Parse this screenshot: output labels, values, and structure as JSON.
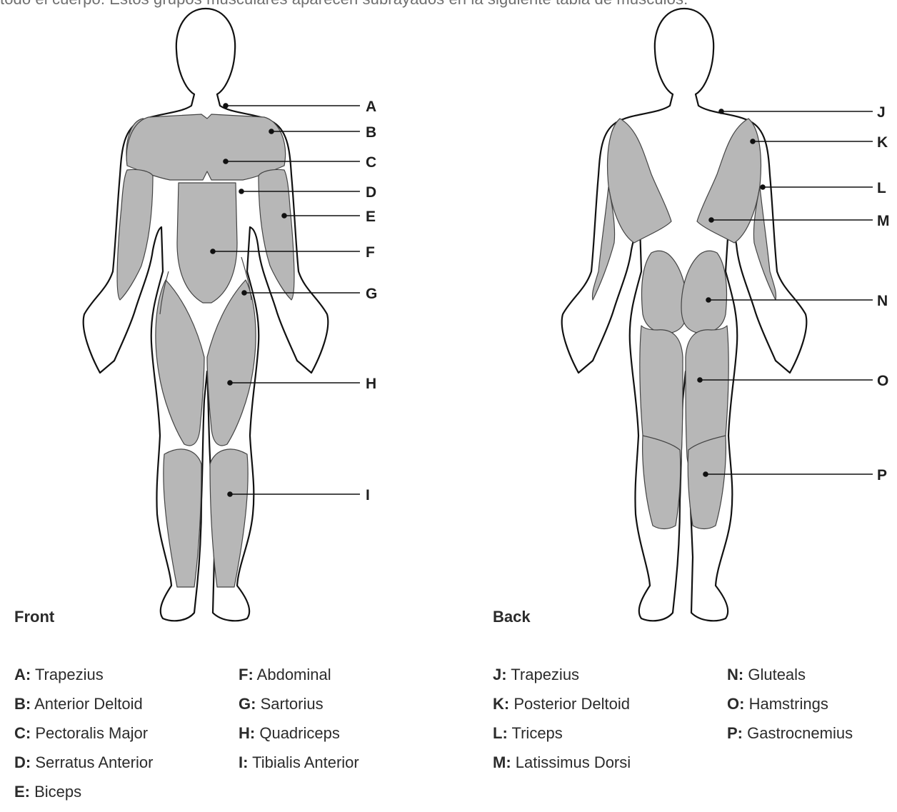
{
  "header_text": "todo el cuerpo. Estos grupos musculares aparecen subrayados en la siguiente tabla de músculos:",
  "colors": {
    "muscle": "#b7b7b7",
    "outline": "#111111",
    "text": "#2b2b2b"
  },
  "views": {
    "front": {
      "title": "Front",
      "callouts": [
        "A",
        "B",
        "C",
        "D",
        "E",
        "F",
        "G",
        "H",
        "I"
      ]
    },
    "back": {
      "title": "Back",
      "callouts": [
        "J",
        "K",
        "L",
        "M",
        "N",
        "O",
        "P"
      ]
    }
  },
  "legend": {
    "col1": [
      {
        "key": "A:",
        "name": "Trapezius"
      },
      {
        "key": "B:",
        "name": "Anterior Deltoid"
      },
      {
        "key": "C:",
        "name": "Pectoralis Major"
      },
      {
        "key": "D:",
        "name": "Serratus Anterior"
      },
      {
        "key": "E:",
        "name": "Biceps"
      }
    ],
    "col2": [
      {
        "key": "F:",
        "name": "Abdominal"
      },
      {
        "key": "G:",
        "name": "Sartorius"
      },
      {
        "key": "H:",
        "name": "Quadriceps"
      },
      {
        "key": "I:",
        "name": "Tibialis Anterior"
      }
    ],
    "col3": [
      {
        "key": "J:",
        "name": "Trapezius"
      },
      {
        "key": "K:",
        "name": "Posterior Deltoid"
      },
      {
        "key": "L:",
        "name": "Triceps"
      },
      {
        "key": "M:",
        "name": "Latissimus Dorsi"
      }
    ],
    "col4": [
      {
        "key": "N:",
        "name": "Gluteals"
      },
      {
        "key": "O:",
        "name": "Hamstrings"
      },
      {
        "key": "P:",
        "name": "Gastrocnemius"
      }
    ]
  }
}
